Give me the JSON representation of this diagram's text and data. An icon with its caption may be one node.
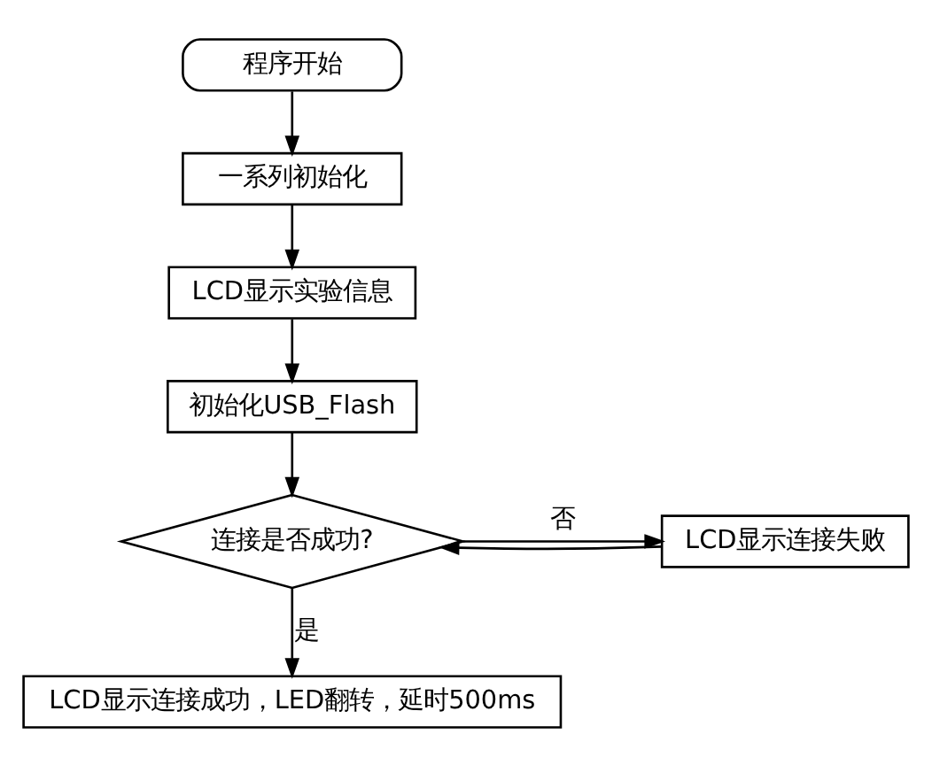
{
  "diagram": {
    "nodes": [
      {
        "text": [
          "程序开始"
        ]
      },
      {
        "text": [
          "一系列初始化"
        ]
      },
      {
        "text": [
          "LCD显示实验信息"
        ]
      },
      {
        "text": [
          "初始化USB_Flash"
        ]
      },
      {
        "text": [
          "连接是否成功?"
        ]
      },
      {
        "text": [
          "LCD显示连接失败"
        ]
      },
      {
        "text": [
          "LCD显示连接成功，LED翻转，延时500ms"
        ]
      }
    ],
    "edges": [
      {
        "from": 0,
        "to": 1,
        "arrow": "to"
      },
      {
        "from": 1,
        "to": 2,
        "arrow": "to"
      },
      {
        "from": 2,
        "to": 3,
        "arrow": "to"
      },
      {
        "from": 3,
        "to": 4,
        "arrow": "to"
      },
      {
        "from": 4,
        "to": 5,
        "arrow": "to",
        "label": "否"
      },
      {
        "from": 5,
        "to": 4,
        "arrow": "to"
      },
      {
        "from": 4,
        "to": 6,
        "arrow": "to",
        "label": "是"
      }
    ]
  }
}
